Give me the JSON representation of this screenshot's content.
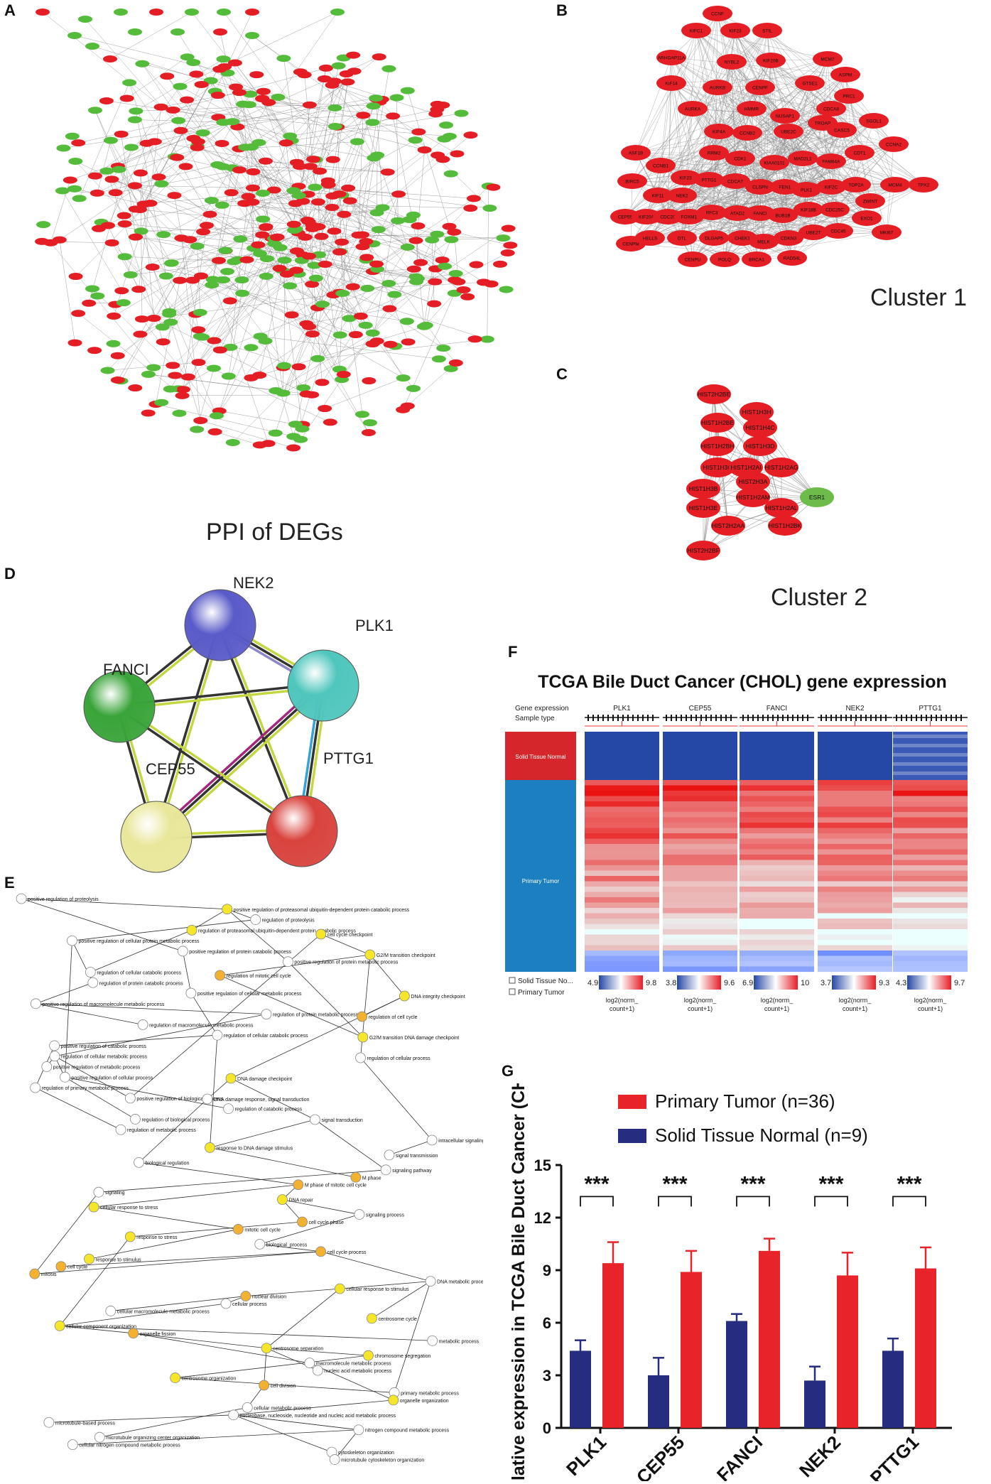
{
  "panels": {
    "a": {
      "letter": "A",
      "caption": "PPI of DEGs"
    },
    "b": {
      "letter": "B",
      "caption": "Cluster 1",
      "nodes": [
        "CCNF",
        "KIFC1",
        "KIF23",
        "STIL",
        "ARHGAP11A",
        "NYBL2",
        "KIF20B",
        "MCM7",
        "KIF14",
        "AURKB",
        "CENPF",
        "GTSE1",
        "ASPM",
        "AURKA",
        "HMMR",
        "NUSAP1",
        "CDCA8",
        "PRC1",
        "KIF4A",
        "CCNB2",
        "UBE2C",
        "TROAP",
        "CASC5",
        "SGOL1",
        "ASF1B",
        "CCNB1",
        "KIF23",
        "RRM2",
        "CDK1",
        "KIAA0101",
        "MAD2L1",
        "FAM64A",
        "CDT1",
        "CCNA2",
        "TPX2",
        "BIRC5",
        "KIF11",
        "NEK2",
        "PTTG1",
        "CDCA7",
        "CLSPN",
        "FEN1",
        "PLK1",
        "KIF2C",
        "TOP2A",
        "MCM4",
        "CEP55",
        "KIF20A",
        "CDC20",
        "FOXM1",
        "RFC3",
        "ATAD2",
        "FANCI",
        "BUB1B",
        "KIF18B",
        "CDC25C",
        "ZWINT",
        "CENPM",
        "HELLS",
        "DTL",
        "DLGAP5",
        "CHEK1",
        "MELK",
        "CDKN3",
        "UBE2T",
        "CDC45",
        "EXO1",
        "MKI67",
        "CENPU",
        "POLQ",
        "BRCA1",
        "RAD54L"
      ]
    },
    "c": {
      "letter": "C",
      "caption": "Cluster 2",
      "nodes": [
        "HIST2H2BE",
        "HIST1H3H",
        "HIST1H2BE",
        "HIST1H4C",
        "HIST1H2BH",
        "HIST1H3D",
        "HIST1H3C",
        "HIST1H2AI",
        "HIST1H2AG",
        "HIST2H3A",
        "HIST1H3B",
        "HIST1H2AM",
        "HIST1H2AL",
        "HIST1H3E",
        "HIST2H2AA",
        "HIST1H2BK",
        "HIST2H2BF",
        "ESR1"
      ]
    },
    "d": {
      "letter": "D",
      "labels": [
        "NEK2",
        "PLK1",
        "FANCI",
        "CEP55",
        "PTTG1"
      ]
    },
    "e": {
      "letter": "E",
      "terms": [
        "positive regulation of proteolysis",
        "positive regulation of proteasomal ubiquitin-dependent protein catabolic process",
        "regulation of proteolysis",
        "regulation of proteasomal ubiquitin-dependent protein catabolic process",
        "positive regulation of cellular protein metabolic process",
        "positive regulation of protein catabolic process",
        "positive regulation of protein metabolic process",
        "regulation of cellular catabolic process",
        "regulation of protein catabolic process",
        "positive regulation of cellular metabolic process",
        "positive regulation of macromolecule metabolic process",
        "regulation of protein metabolic process",
        "regulation of macromolecule metabolic process",
        "regulation of cellular catabolic process",
        "positive regulation of catabolic process",
        "regulation of cellular metabolic process",
        "positive regulation of metabolic process",
        "positive regulation of cellular process",
        "regulation of primary metabolic process",
        "positive regulation of biological process",
        "regulation of catabolic process",
        "regulation of biological process",
        "regulation of metabolic process",
        "cell cycle checkpoint",
        "G2/M transition checkpoint",
        "regulation of mitotic cell cycle",
        "DNA integrity checkpoint",
        "regulation of cell cycle",
        "G2/M transition DNA damage checkpoint",
        "regulation of cellular process",
        "DNA damage checkpoint",
        "DNA damage response, signal transduction",
        "signal transduction",
        "intracellular signaling pathway",
        "response to DNA damage stimulus",
        "signal transmission",
        "biological regulation",
        "signaling pathway",
        "M phase",
        "M phase of mitotic cell cycle",
        "signaling",
        "DNA repair",
        "cellular response to stress",
        "signaling process",
        "cell cycle phase",
        "mitotic cell cycle",
        "response to stress",
        "biological_process",
        "cell cycle process",
        "response to stimulus",
        "cell cycle",
        "mitosis",
        "DNA metabolic process",
        "cellular response to stimulus",
        "nuclear division",
        "cellular process",
        "cellular macromolecule metabolic process",
        "centrosome cycle",
        "cellular component organization",
        "organelle fission",
        "metabolic process",
        "centrosome separation",
        "chromosome segregation",
        "macromolecule metabolic process",
        "nucleic acid metabolic process",
        "centrosome organization",
        "cell division",
        "primary metabolic process",
        "organelle organization",
        "cellular metabolic process",
        "nucleobase, nucleoside, nucleotide and nucleic acid metabolic process",
        "microtubule-based process",
        "nitrogen compound metabolic process",
        "microtubule organizing center organization",
        "cellular nitrogen compound metabolic process",
        "cytoskeleton organization",
        "microtubule cytoskeleton organization"
      ]
    },
    "f": {
      "letter": "F",
      "title": "TCGA Bile Duct Cancer (CHOL) gene expression",
      "gene_expression_label": "Gene expression",
      "sample_type_label": "Sample type",
      "genes": [
        "PLK1",
        "CEP55",
        "FANCI",
        "NEK2",
        "PTTG1"
      ],
      "normal_label": "Solid Tissue Normal",
      "tumor_label": "Primary Tumor",
      "legend_normal": "Solid Tissue No...",
      "legend_tumor": "Primary Tumor",
      "scales": [
        {
          "min": "4.9",
          "max": "9.8"
        },
        {
          "min": "3.8",
          "max": "9.6"
        },
        {
          "min": "6.9",
          "max": "10"
        },
        {
          "min": "3.7",
          "max": "9.3"
        },
        {
          "min": "4.3",
          "max": "9.7"
        }
      ],
      "scale_unit_line1": "log2(norm_",
      "scale_unit_line2": "count+1)"
    },
    "g": {
      "letter": "G"
    }
  },
  "chart_data": {
    "type": "bar",
    "categories": [
      "PLK1",
      "CEP55",
      "FANCI",
      "NEK2",
      "PTTG1"
    ],
    "series": [
      {
        "name": "Primary Tumor (n=36)",
        "color": "#e8232a",
        "values": [
          9.4,
          8.9,
          10.1,
          8.7,
          9.1
        ],
        "errors": [
          1.2,
          1.2,
          0.7,
          1.3,
          1.2
        ]
      },
      {
        "name": "Solid Tissue Normal (n=9)",
        "color": "#262c80",
        "values": [
          4.4,
          3.0,
          6.1,
          2.7,
          4.4
        ],
        "errors": [
          0.6,
          1.0,
          0.4,
          0.8,
          0.7
        ]
      }
    ],
    "ylabel": "Relative expression in TCGA Bile Duct Cancer (CHOL)",
    "ylim": [
      0,
      15
    ],
    "yticks": [
      "0",
      "3",
      "6",
      "9",
      "12",
      "15"
    ],
    "significance": [
      "***",
      "***",
      "***",
      "***",
      "***"
    ]
  }
}
